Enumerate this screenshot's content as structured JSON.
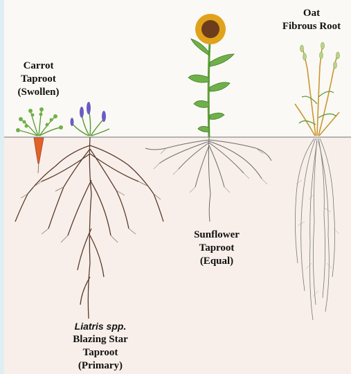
{
  "labels": {
    "carrot": {
      "line1": "Carrot",
      "line2": "Taproot",
      "line3": "(Swollen)"
    },
    "liatris": {
      "genus": "Liatris spp.",
      "line1": "Blazing Star",
      "line2": "Taproot",
      "line3": "(Primary)"
    },
    "sunflower": {
      "line1": "Sunflower",
      "line2": "Taproot",
      "line3": "(Equal)"
    },
    "oat": {
      "line1": "Oat",
      "line2": "Fibrous Root"
    }
  },
  "colors": {
    "background_frame": "#dfeef2",
    "paper": "#fbf9f5",
    "soil": "#f6e8e0",
    "ground_line": "#8c8c8c",
    "carrot_root": "#e0622a",
    "foliage": "#5b9e3a",
    "flower_purple": "#6a5bc4",
    "sunflower_petals": "#e0a21a",
    "sunflower_center": "#6b3d1c",
    "oat_stalk": "#c9962f",
    "root_dark": "#5a3a2a",
    "root_light": "#7a7a7a"
  }
}
